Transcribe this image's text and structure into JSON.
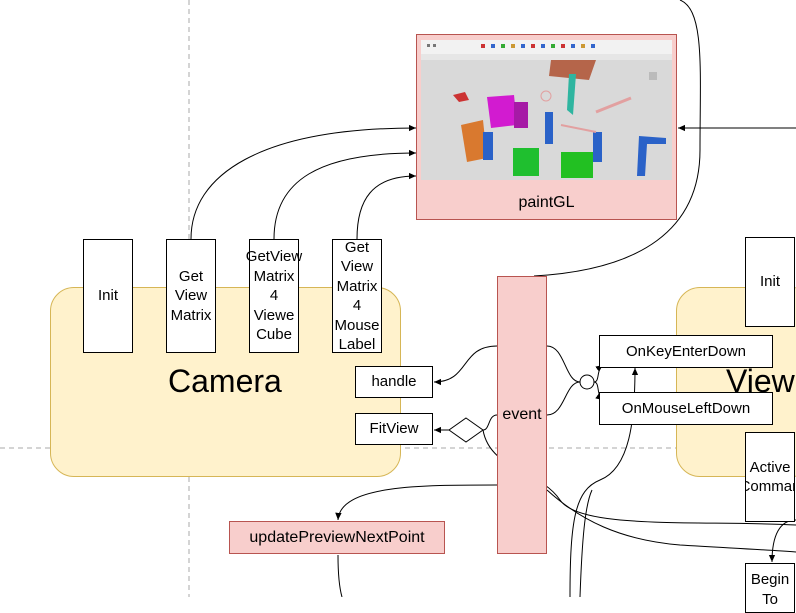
{
  "groups": {
    "camera": "Camera",
    "view": "View"
  },
  "camera_methods": {
    "init": "Init",
    "get_view_matrix": "Get\nView\nMatrix",
    "get_view_matrix_cube": "GetView\nMatrix\n4\nViewe\nCube",
    "get_view_matrix_mouse": "Get\nView\nMatrix\n4\nMouse\nLabel"
  },
  "view_methods": {
    "init": "Init",
    "active_command": "Active\nComman",
    "begin": "Begin\nTo"
  },
  "nodes": {
    "paintgl": "paintGL",
    "event": "event",
    "handle": "handle",
    "fitview": "FitView",
    "on_key_enter_down": "OnKeyEnterDown",
    "on_mouse_left_down": "OnMouseLeftDown",
    "update_preview_next_point": "updatePreviewNextPoint"
  },
  "colors": {
    "group_fill": "#fff2cc",
    "group_stroke": "#d6b656",
    "pink_fill": "#f8cecc",
    "pink_stroke": "#b85450",
    "viewport_bg": "#d9d9d9"
  },
  "icons": {
    "paintgl_preview": "3d-viewport-thumbnail",
    "branch": "decision-diamond",
    "merge": "junction-circle"
  }
}
